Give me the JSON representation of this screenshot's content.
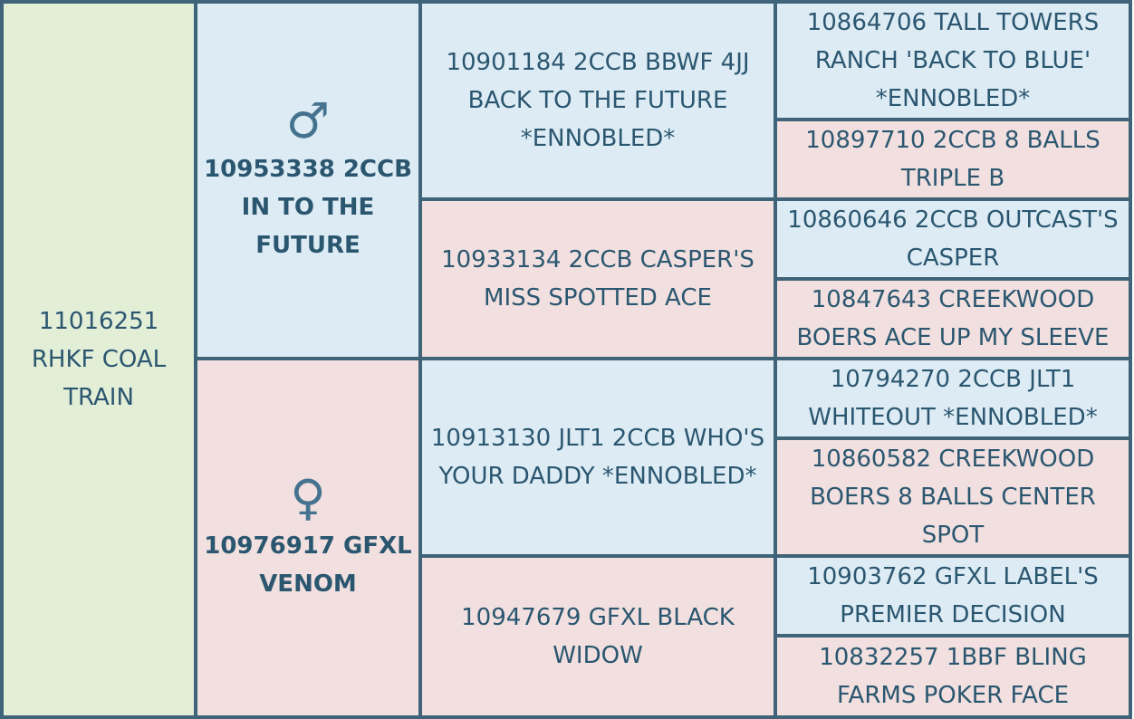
{
  "subject": {
    "name": "11016251 RHKF COAL TRAIN"
  },
  "sire": {
    "name": "10953338 2CCB IN TO THE FUTURE",
    "icon": "male-symbol-icon",
    "symbol": "♂",
    "sire": {
      "name": "10901184 2CCB BBWF 4JJ BACK TO THE FUTURE *ENNOBLED*",
      "sire": {
        "name": "10864706 TALL TOWERS RANCH 'BACK TO BLUE' *ENNOBLED*"
      },
      "dam": {
        "name": "10897710 2CCB 8 BALLS TRIPLE B"
      }
    },
    "dam": {
      "name": "10933134 2CCB CASPER'S MISS SPOTTED ACE",
      "sire": {
        "name": "10860646 2CCB OUTCAST'S CASPER"
      },
      "dam": {
        "name": "10847643 CREEKWOOD BOERS ACE UP MY SLEEVE"
      }
    }
  },
  "dam": {
    "name": "10976917 GFXL VENOM",
    "icon": "female-symbol-icon",
    "symbol": "♀",
    "sire": {
      "name": "10913130 JLT1 2CCB WHO'S YOUR DADDY *ENNOBLED*",
      "sire": {
        "name": "10794270 2CCB JLT1 WHITEOUT *ENNOBLED*"
      },
      "dam": {
        "name": "10860582 CREEKWOOD BOERS 8 BALLS CENTER SPOT"
      }
    },
    "dam": {
      "name": "10947679 GFXL BLACK WIDOW",
      "sire": {
        "name": "10903762 GFXL LABEL'S PREMIER DECISION"
      },
      "dam": {
        "name": "10832257 1BBF BLING FARMS POKER FACE"
      }
    }
  },
  "colors": {
    "subject_bg": "#e3eed7",
    "male_bg": "#ddecf4",
    "female_bg": "#f1e0df",
    "border": "#3f6378",
    "text": "#2b5670"
  }
}
